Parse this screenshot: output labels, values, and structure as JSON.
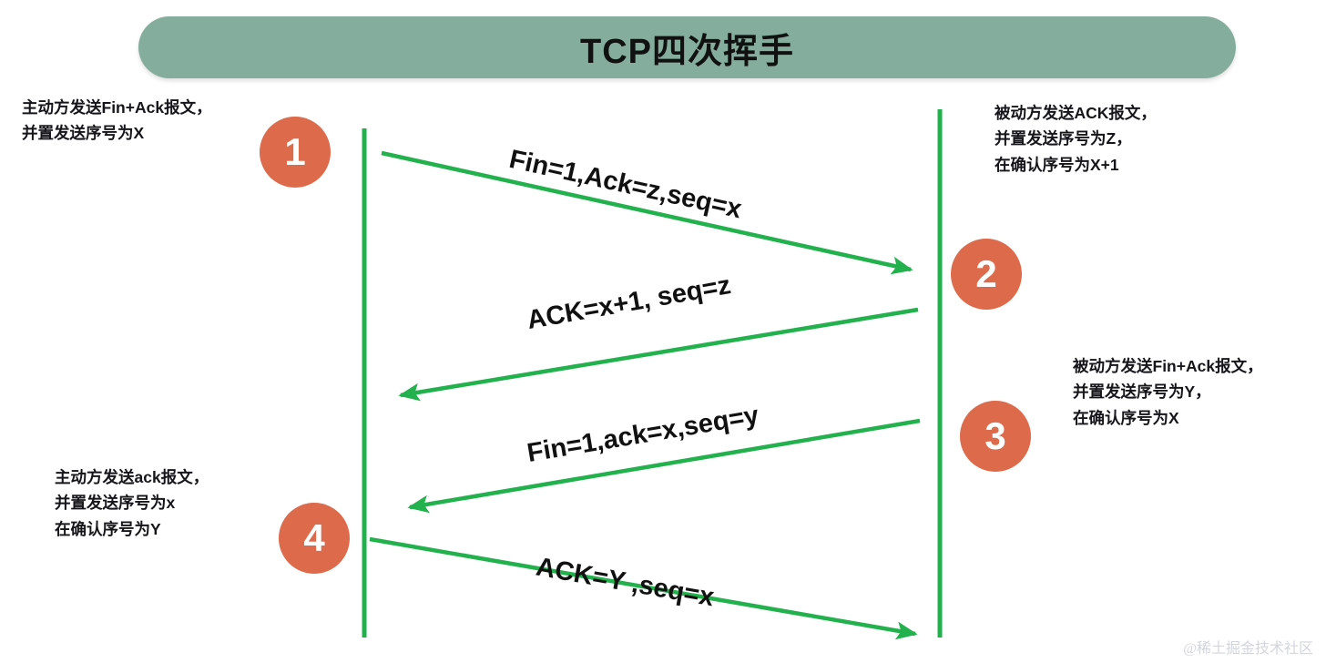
{
  "title": {
    "text": "TCP四次挥手"
  },
  "annotations": [
    {
      "id": "annotation-1",
      "lines": [
        "主动方发送Fin+Ack报文，",
        "并置发送序号为X"
      ]
    },
    {
      "id": "annotation-2",
      "lines": [
        "被动方发送ACK报文，",
        "并置发送序号为Z，",
        "在确认序号为X+1"
      ]
    },
    {
      "id": "annotation-3",
      "lines": [
        "被动方发送Fin+Ack报文，",
        "并置发送序号为Y，",
        "在确认序号为X"
      ]
    },
    {
      "id": "annotation-4",
      "lines": [
        "主动方发送ack报文，",
        "并置发送序号为x",
        "在确认序号为Y"
      ]
    }
  ],
  "steps": [
    {
      "number": "1"
    },
    {
      "number": "2"
    },
    {
      "number": "3"
    },
    {
      "number": "4"
    }
  ],
  "messages": [
    {
      "label": "Fin=1,Ack=z,seq=x",
      "direction": "left-to-right"
    },
    {
      "label": "ACK=x+1, seq=z",
      "direction": "right-to-left"
    },
    {
      "label": "Fin=1,ack=x,seq=y",
      "direction": "right-to-left"
    },
    {
      "label": "ACK=Y ,seq=x",
      "direction": "left-to-right"
    }
  ],
  "watermark": {
    "text": "@稀土掘金技术社区"
  },
  "colors": {
    "banner": "#84ad9d",
    "circle": "#dd6a4b",
    "arrow": "#22b14c",
    "lifeline": "#22b14c",
    "text": "#111111",
    "watermark": "#d2d6dc"
  },
  "chart_data": {
    "type": "sequence-diagram",
    "title": "TCP四次挥手",
    "participants": [
      "主动方",
      "被动方"
    ],
    "messages": [
      {
        "step": 1,
        "from": "主动方",
        "to": "被动方",
        "label": "Fin=1,Ack=z,seq=x"
      },
      {
        "step": 2,
        "from": "被动方",
        "to": "主动方",
        "label": "ACK=x+1, seq=z"
      },
      {
        "step": 3,
        "from": "被动方",
        "to": "主动方",
        "label": "Fin=1,ack=x,seq=y"
      },
      {
        "step": 4,
        "from": "主动方",
        "to": "被动方",
        "label": "ACK=Y ,seq=x"
      }
    ]
  }
}
